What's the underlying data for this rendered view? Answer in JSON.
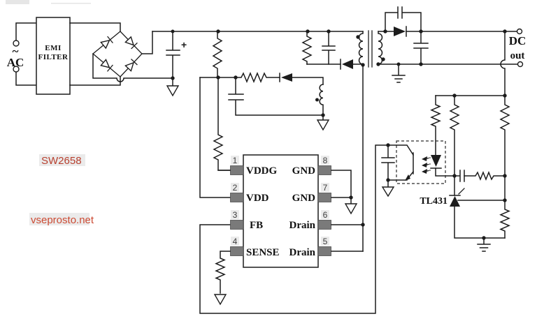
{
  "labels": {
    "ac": "AC",
    "ac_tilde": "~",
    "emi_line1": "EMI",
    "emi_line2": "FILTER",
    "dc_line1": "DC",
    "dc_line2": "out",
    "tl431": "TL431",
    "bulk_cap_plus": "+",
    "watermark_part": "SW2658",
    "watermark_site": "vseprosto.net"
  },
  "ic": {
    "left_pins": [
      {
        "num": "1",
        "name": "VDDG"
      },
      {
        "num": "2",
        "name": "VDD"
      },
      {
        "num": "3",
        "name": "FB"
      },
      {
        "num": "4",
        "name": "SENSE"
      }
    ],
    "right_pins": [
      {
        "num": "8",
        "name": "GND"
      },
      {
        "num": "7",
        "name": "GND"
      },
      {
        "num": "6",
        "name": "Drain"
      },
      {
        "num": "5",
        "name": "Drain"
      }
    ]
  },
  "colors": {
    "wire": "#1c1c1c",
    "pad": "#7a7a7a",
    "part_red": "#b8402f",
    "site_red": "#cc4a33"
  }
}
